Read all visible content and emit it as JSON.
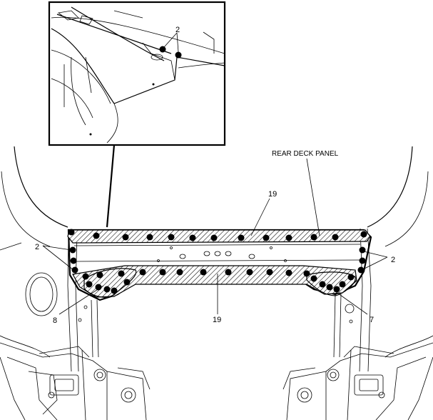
{
  "callouts": {
    "rear_deck_panel": "REAR DECK PANEL",
    "upper_seam": "19",
    "lower_seam": "19",
    "inset_weld": "2",
    "left_weld": "2",
    "right_weld": "2",
    "left_lower": "8",
    "right_lower": "7"
  }
}
